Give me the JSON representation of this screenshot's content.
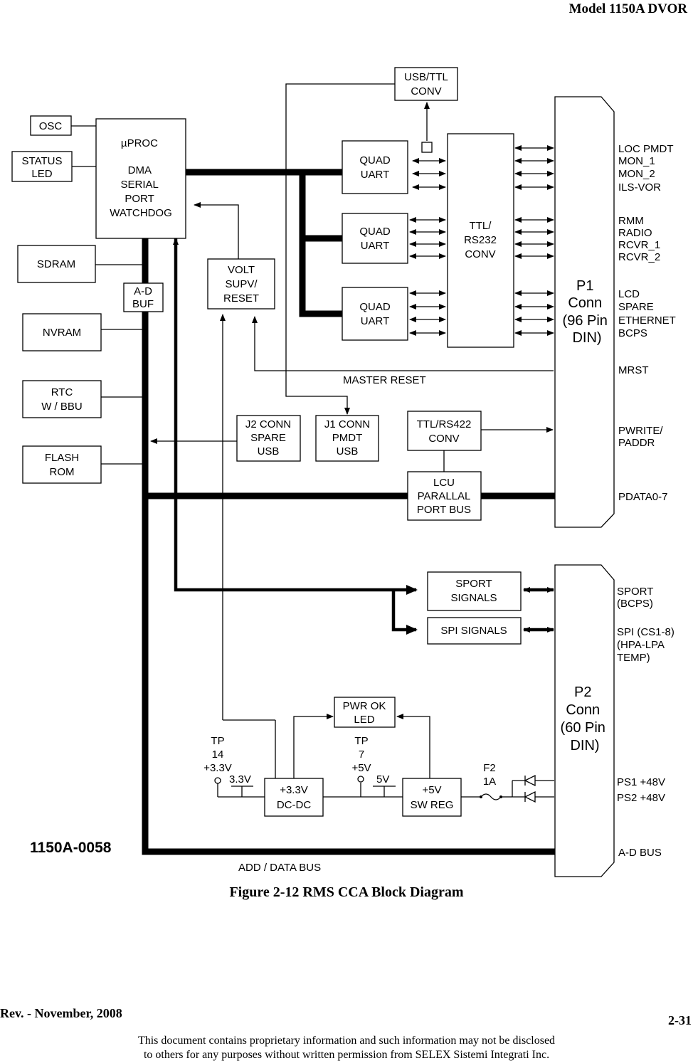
{
  "header": {
    "model": "Model 1150A DVOR"
  },
  "figure": {
    "id": "1150A-0058",
    "caption": "Figure 2-12  RMS CCA Block Diagram"
  },
  "blocks": {
    "osc": [
      "OSC"
    ],
    "status_led": [
      "STATUS",
      "LED"
    ],
    "uproc": [
      "µPROC",
      "",
      "DMA",
      "SERIAL",
      "PORT",
      "WATCHDOG"
    ],
    "sdram": [
      "SDRAM"
    ],
    "ad_buf": [
      "A-D",
      "BUF"
    ],
    "nvram": [
      "NVRAM"
    ],
    "rtc": [
      "RTC",
      "W / BBU"
    ],
    "flash": [
      "FLASH",
      "ROM"
    ],
    "usb_ttl": [
      "USB/TTL",
      "CONV"
    ],
    "quad_uart_1": [
      "QUAD",
      "UART"
    ],
    "quad_uart_2": [
      "QUAD",
      "UART"
    ],
    "quad_uart_3": [
      "QUAD",
      "UART"
    ],
    "ttl_rs232": [
      "TTL/",
      "RS232",
      "CONV"
    ],
    "volt_supv": [
      "VOLT",
      "SUPV/",
      "RESET"
    ],
    "j2_conn": [
      "J2 CONN",
      "SPARE",
      "USB"
    ],
    "j1_conn": [
      "J1 CONN",
      "PMDT",
      "USB"
    ],
    "ttl_rs422": [
      "TTL/RS422",
      "CONV"
    ],
    "lcu": [
      "LCU",
      "PARALLAL",
      "PORT BUS"
    ],
    "sport": [
      "SPORT",
      "SIGNALS"
    ],
    "spi": [
      "SPI SIGNALS"
    ],
    "pwr_ok": [
      "PWR OK",
      "LED"
    ],
    "dcdc": [
      "+3.3V",
      "DC-DC"
    ],
    "swreg": [
      "+5V",
      "SW REG"
    ],
    "p1": [
      "P1",
      "Conn",
      "(96 Pin",
      "DIN)"
    ],
    "p2": [
      "P2",
      "Conn",
      "(60 Pin",
      "DIN)"
    ]
  },
  "signals": {
    "master_reset": "MASTER RESET",
    "add_data_bus": "ADD / DATA BUS",
    "tp14": [
      "TP",
      "14",
      "+3.3V"
    ],
    "tp7": [
      "TP",
      "7",
      "+5V"
    ],
    "v33": "3.3V",
    "v5": "5V",
    "fuse": [
      "F2",
      "1A"
    ]
  },
  "p1_pins": [
    [
      "LOC PMDT",
      "MON_1",
      "MON_2",
      "ILS-VOR"
    ],
    [
      "RMM",
      "RADIO",
      "RCVR_1",
      "RCVR_2"
    ],
    [
      "LCD",
      "SPARE",
      "ETHERNET",
      "BCPS"
    ],
    [
      "MRST"
    ],
    [
      "PWRITE/",
      "PADDR"
    ],
    [
      "PDATA0-7"
    ]
  ],
  "p2_pins": [
    [
      "SPORT",
      "(BCPS)"
    ],
    [
      "SPI (CS1-8)",
      "(HPA-LPA",
      "TEMP)"
    ],
    [
      "PS1 +48V",
      "PS2 +48V"
    ],
    [
      "A-D BUS"
    ]
  ],
  "footer": {
    "rev": "Rev. -  November, 2008",
    "page": "2-31",
    "notice": [
      "This document contains proprietary information and such information may not be disclosed",
      "to others for any purposes without written permission from SELEX Sistemi Integrati Inc."
    ]
  }
}
